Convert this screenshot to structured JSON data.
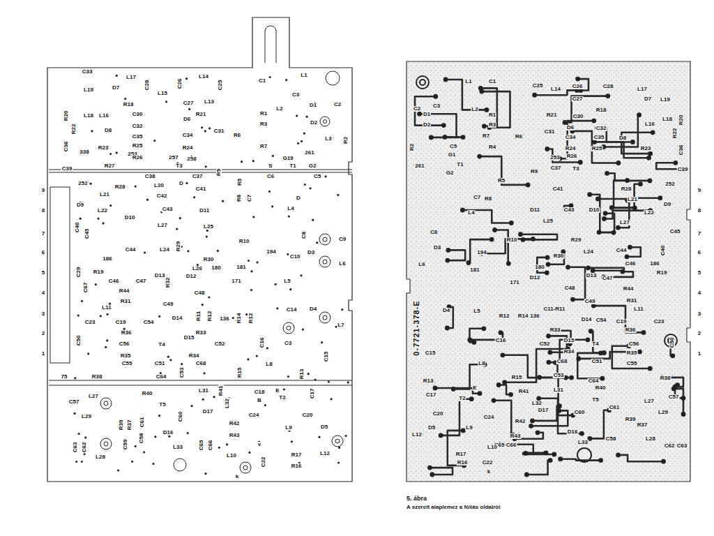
{
  "diagram": {
    "title": "5. ábra",
    "caption": "A szerelt alaplemez a fóliás oldalról",
    "labels": [
      "C33",
      "L17",
      "C28",
      "C26",
      "L14",
      "C25",
      "C1",
      "L1",
      "L19",
      "D7",
      "L15",
      "L13",
      "C3",
      "R18",
      "C27",
      "L2",
      "D1",
      "C2",
      "R20",
      "L18",
      "L16",
      "C30",
      "R21",
      "R1",
      "D2",
      "R22",
      "C32",
      "D6",
      "R3",
      "C31",
      "D8",
      "C34",
      "R6",
      "C35",
      "L3",
      "R2",
      "C36",
      "338",
      "R23",
      "R25",
      "R24",
      "R7",
      "253",
      "261",
      "C39",
      "R26",
      "257",
      "258",
      "G19",
      "R27",
      "T3",
      "C37",
      "R9",
      "S",
      "T1",
      "G2",
      "C38",
      "C6",
      "C5",
      "R28",
      "L20",
      "C41",
      "R5",
      "252",
      "D",
      "C42",
      "L21",
      "R8",
      "C7",
      "D",
      "D9",
      "D10",
      "C43",
      "D11",
      "L4",
      "L22",
      "L27",
      "L25",
      "C40",
      "C45",
      "R10",
      "C8",
      "C9",
      "C44",
      "L24",
      "R29",
      "194",
      "D3",
      "L6",
      "186",
      "R30",
      "C10",
      "C29",
      "R19",
      "C46",
      "C47",
      "L26",
      "180",
      "181",
      "D13",
      "R32",
      "D12",
      "171",
      "L5",
      "C67",
      "R44",
      "C48",
      "R31",
      "C49",
      "L11",
      "C14",
      "D4",
      "C23",
      "C19",
      "C54",
      "D14",
      "R11",
      "R12",
      "136",
      "R14",
      "R12",
      "L7",
      "R36",
      "D15",
      "R33",
      "C50",
      "C56",
      "T4",
      "C52",
      "C16",
      "C3",
      "C15",
      "R35",
      "R34",
      "C55",
      "C51",
      "C68",
      "L8",
      "R38",
      "C64",
      "C53",
      "L31",
      "R41",
      "R15",
      "C18",
      "E",
      "R13",
      "75",
      "R40",
      "B",
      "T2",
      "C57",
      "L27",
      "C17",
      "T5",
      "D17",
      "L32",
      "C24",
      "C20",
      "L29",
      "R39",
      "R37",
      "C61",
      "C60",
      "R42",
      "D5",
      "C58",
      "D16",
      "L9",
      "R43",
      "L12",
      "C63",
      "C62",
      "L28",
      "C59",
      "L33",
      "C65",
      "C66",
      "v",
      "L10",
      "R17",
      "C22",
      "k",
      "R16",
      "9",
      "8",
      "7",
      "6",
      "5",
      "4",
      "3",
      "2",
      "1",
      "L1",
      "C1",
      "C25",
      "L14",
      "C26",
      "C28",
      "L17",
      "C27",
      "D7",
      "L19",
      "C3",
      "C2",
      "L2",
      "D1",
      "R1",
      "R21",
      "C30",
      "R18",
      "L16",
      "L18",
      "R20",
      "D2",
      "R3",
      "D6",
      "C32",
      "R22",
      "C31",
      "R7",
      "R6",
      "C34",
      "D8",
      "C35",
      "R2",
      "C5",
      "R4",
      "R24",
      "R25",
      "R23",
      "C36",
      "G1",
      "261",
      "T1",
      "R26",
      "253",
      "G2",
      "C37",
      "T3",
      "R9",
      "C39",
      "R5",
      "C41",
      "R28",
      "252",
      "C7",
      "R8",
      "L21",
      "D9",
      "L4",
      "D11",
      "C43",
      "D10",
      "L22",
      "L25",
      "L27",
      "C8",
      "C45",
      "R10",
      "R29",
      "D3",
      "194",
      "L24",
      "C44",
      "C40",
      "L6",
      "R30",
      "186",
      "C46",
      "181",
      "180",
      "R19",
      "D12",
      "D13",
      "C47",
      "171",
      "C48",
      "R44",
      "C49",
      "R31",
      "L11",
      "C11-R11",
      "L5",
      "D4",
      "R12",
      "R14",
      "136",
      "D14",
      "C54",
      "C19",
      "C23",
      "R33",
      "R36",
      "0-7721-378-E",
      "C16",
      "C52",
      "D15",
      "T4",
      "C56",
      "C50",
      "C15",
      "R34",
      "R35",
      "L8",
      "C68",
      "C51",
      "C55",
      "R15",
      "C53",
      "C64",
      "R38",
      "R13",
      "E",
      "R41",
      "L32",
      "L31",
      "R40",
      "C17",
      "T2",
      "C57",
      "L27",
      "T5",
      "C61",
      "D17",
      "C60",
      "C20",
      "C24",
      "L29",
      "R42",
      "R39",
      "R37",
      "L9",
      "D5",
      "L12",
      "D16",
      "R43",
      "C58",
      "L28",
      "L33",
      "C65",
      "C66",
      "C62",
      "C63",
      "L10",
      "R17",
      "R16",
      "C22",
      "k",
      "9",
      "8",
      "7",
      "6",
      "5",
      "4",
      "3",
      "2",
      "1"
    ]
  }
}
